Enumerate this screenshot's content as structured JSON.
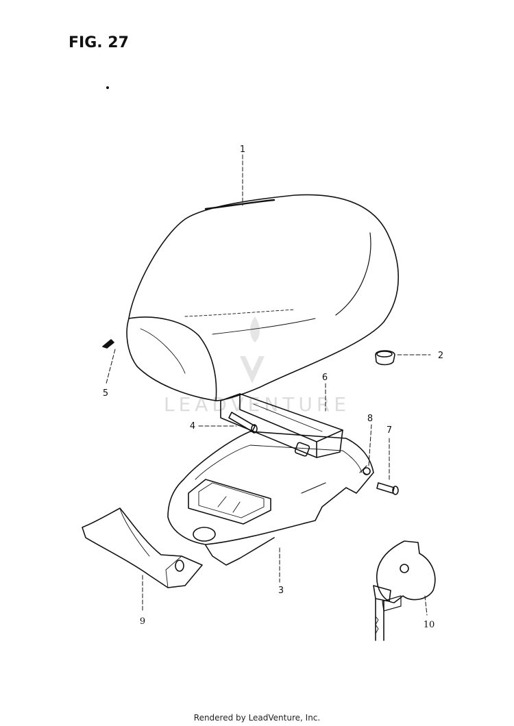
{
  "figure": {
    "title": "FIG. 27"
  },
  "callouts": [
    {
      "id": "1",
      "label": "1"
    },
    {
      "id": "2",
      "label": "2"
    },
    {
      "id": "3",
      "label": "3"
    },
    {
      "id": "4",
      "label": "4"
    },
    {
      "id": "5",
      "label": "5"
    },
    {
      "id": "6",
      "label": "6"
    },
    {
      "id": "7",
      "label": "7"
    },
    {
      "id": "8",
      "label": "8"
    },
    {
      "id": "9",
      "label": "9"
    },
    {
      "id": "10",
      "label": "10"
    }
  ],
  "watermark": {
    "text": "LEADVENTURE"
  },
  "footer": {
    "text": "Rendered by LeadVenture, Inc."
  }
}
